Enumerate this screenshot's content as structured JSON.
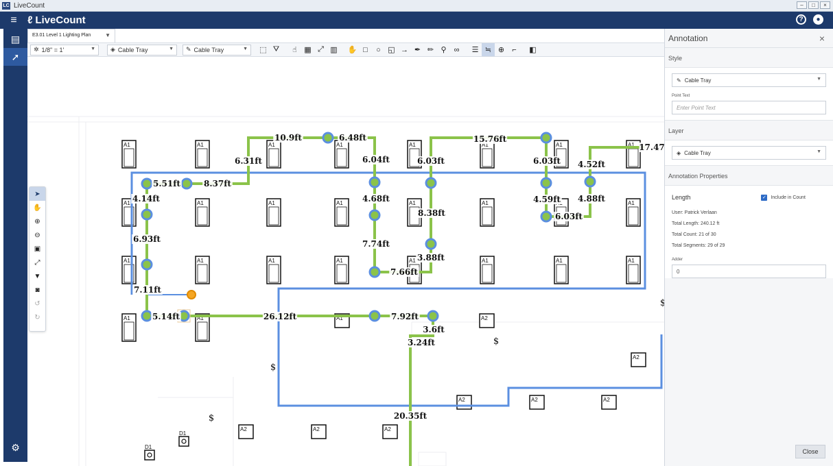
{
  "window": {
    "title": "LiveCount",
    "logo_text": "LC",
    "minimize": "–",
    "maximize": "□",
    "close": "×"
  },
  "app": {
    "name": "LiveCount",
    "help": "?",
    "user": "●"
  },
  "document": {
    "tab_label": "E3.01 Level 1 Lighting Plan"
  },
  "toolbar": {
    "scale": "1/8\" = 1'",
    "layer": "Cable Tray",
    "style": "Cable Tray"
  },
  "panel": {
    "title": "Annotation",
    "style_title": "Style",
    "style_value": "Cable Tray",
    "point_text_label": "Point Text",
    "point_text_placeholder": "Enter Point Text",
    "layer_title": "Layer",
    "layer_value": "Cable Tray",
    "props_title": "Annotation Properties",
    "type_label": "Length",
    "include_label": "Include in Count",
    "user": "User:  Patrick Verlaan",
    "total_length": "Total Length:  240.12 ft",
    "total_count": "Total Count:  21 of 30",
    "total_segments": "Total Segments:  29 of 29",
    "adder_label": "Adder",
    "adder_value": "0",
    "close_button": "Close"
  },
  "canvas": {
    "fixtures": [
      "A1",
      "A1",
      "A1",
      "A1",
      "A1",
      "A1",
      "A1",
      "A1",
      "A1",
      "A1",
      "A1",
      "A1",
      "A1",
      "A1",
      "A1",
      "A1",
      "A1",
      "A1",
      "A1",
      "A1",
      "A1",
      "A1",
      "A1",
      "A1",
      "A1",
      "A1",
      "A1",
      "A2",
      "A2",
      "A2",
      "A2",
      "A2",
      "A2",
      "A2",
      "A2"
    ],
    "outlets": [
      "$",
      "$",
      "$",
      "$"
    ],
    "devices": [
      "D1",
      "D1"
    ],
    "lengths": [
      "10.9ft",
      "6.48ft",
      "15.76ft",
      "17.47",
      "6.31ft",
      "6.04ft",
      "6.03ft",
      "6.03ft",
      "4.52ft",
      "5.51ft",
      "8.37ft",
      "4.14ft",
      "4.68ft",
      "8.38ft",
      "4.59ft",
      "4.88ft",
      "6.03ft",
      "6.93ft",
      "7.74ft",
      "3.88ft",
      "7.66ft",
      "7.11ft",
      "5.14ft",
      "26.12ft",
      "7.92ft",
      "3.6ft",
      "3.24ft",
      "20.35ft"
    ]
  }
}
